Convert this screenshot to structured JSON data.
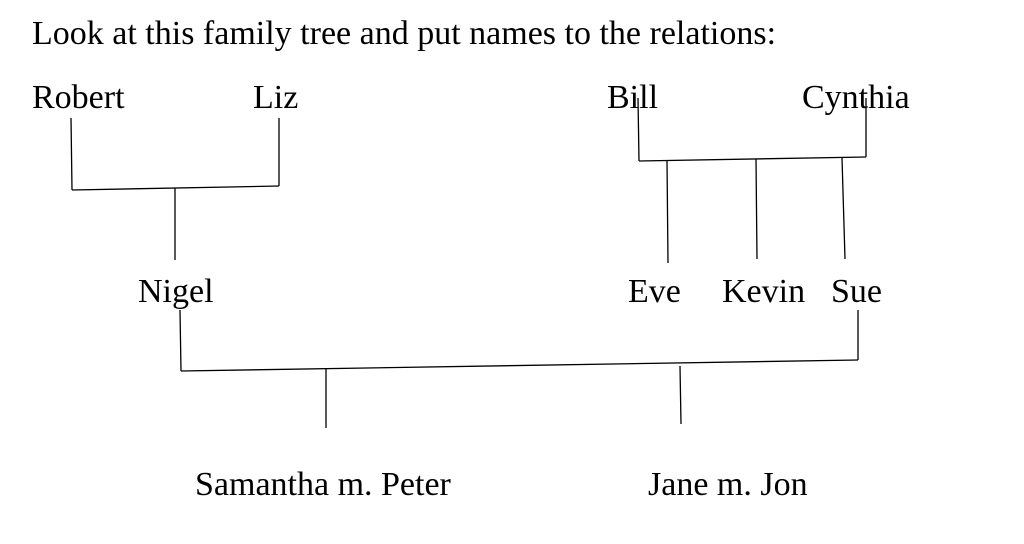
{
  "title": "Look at this family tree and put names to the relations:",
  "people": {
    "robert": "Robert",
    "liz": "Liz",
    "bill": "Bill",
    "cynthia": "Cynthia",
    "nigel": "Nigel",
    "eve": "Eve",
    "kevin": "Kevin",
    "sue": "Sue",
    "samantha_peter": "Samantha m. Peter",
    "jane_jon": "Jane m. Jon"
  }
}
